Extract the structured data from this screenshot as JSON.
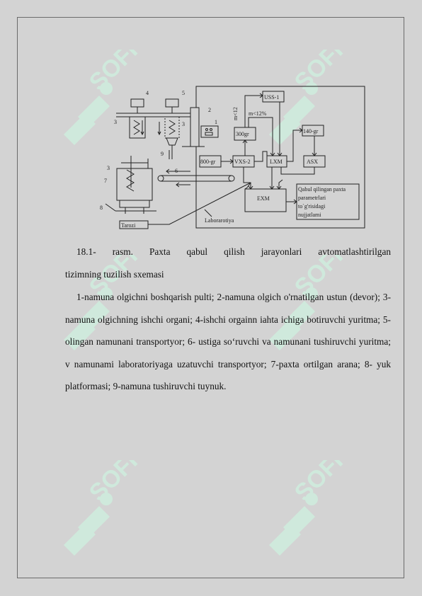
{
  "watermark": {
    "text": "SOFF",
    "color": "#cfe9dc"
  },
  "figure": {
    "labels": {
      "n1": "1",
      "n2": "2",
      "n3a": "3",
      "n3b": "3",
      "n3c": "3",
      "n4": "4",
      "n5": "5",
      "n6": "6",
      "n7": "7",
      "n8": "8",
      "n9": "9",
      "uss": "USS-1",
      "m12a": "m<12",
      "m12b": "m<12%",
      "b300": "300gr",
      "b140": "140-gr",
      "b800": "800-gr",
      "vxs": "VXS-2",
      "lxm": "LXM",
      "asx": "ASX",
      "exm": "EXM",
      "tarozi": "Tarozi",
      "lab": "Laborarotiya",
      "params": [
        "Qabul qilingan paxta",
        "parametrlari",
        "to`g'risidagi",
        "nujjatlami"
      ]
    }
  },
  "caption": {
    "line1": "18.1- rasm.   Paxta   qabul   qilish   jarayonlari   avtomatlashtirilgan",
    "line2": "tizimning tuzilish sxemasi"
  },
  "body": {
    "text": "1-namuna olgichni boshqarish pulti; 2-namuna olgich o'rnatilgan ustun (devor); 3-namuna olgichning ishchi organi; 4-ishchi orgainn iahta ichiga botiruvchi yuritma; 5-olingan namunani transportyor; 6- ustiga so‘ruvchi va namunani tushiruvchi yuritma; v namunami laboratoriyaga uzatuvchi transportyor; 7-paxta ortilgan arana; 8- yuk platformasi; 9-namuna tushiruvchi tuynuk."
  }
}
